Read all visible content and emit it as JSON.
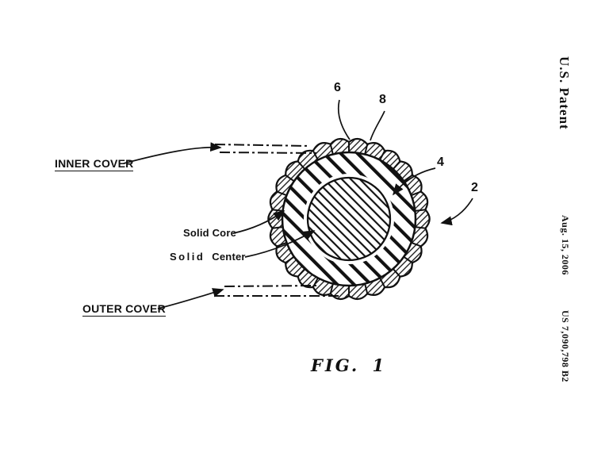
{
  "page": {
    "paper_color": "#ffffff",
    "ink_color": "#111111"
  },
  "header": {
    "patent_label": "U.S. Patent",
    "date": "Aug. 15, 2006",
    "patent_number": "US 7,090,798 B2"
  },
  "figure": {
    "caption": "FIG. 1",
    "labels": {
      "inner_cover": "INNER COVER",
      "outer_cover": "OUTER COVER",
      "solid_core": "Solid Core",
      "solid_center_word1": "Solid",
      "solid_center_word2": "Center"
    },
    "numerals": {
      "n6": "6",
      "n8": "8",
      "n4": "4",
      "n2": "2"
    }
  }
}
